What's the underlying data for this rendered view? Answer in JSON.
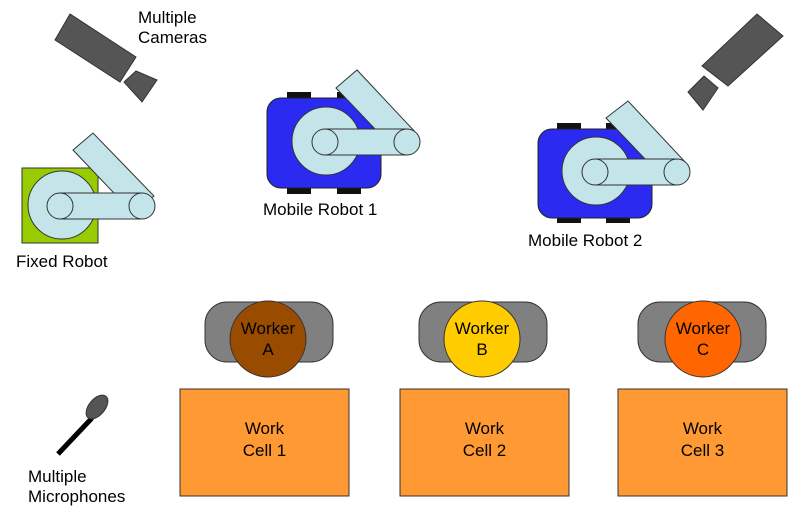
{
  "labels": {
    "cameras_line1": "Multiple",
    "cameras_line2": "Cameras",
    "fixed_robot": "Fixed Robot",
    "mobile_robot_1": "Mobile Robot 1",
    "mobile_robot_2": "Mobile Robot 2",
    "microphones_line1": "Multiple",
    "microphones_line2": "Microphones"
  },
  "workers": [
    {
      "line1": "Worker",
      "line2": "A",
      "color": "#994c00"
    },
    {
      "line1": "Worker",
      "line2": "B",
      "color": "#ffcc00"
    },
    {
      "line1": "Worker",
      "line2": "C",
      "color": "#ff6600"
    }
  ],
  "work_cells": [
    {
      "line1": "Work",
      "line2": "Cell 1"
    },
    {
      "line1": "Work",
      "line2": "Cell 2"
    },
    {
      "line1": "Work",
      "line2": "Cell 3"
    }
  ],
  "colors": {
    "robot_arm": "#c3e4e8",
    "fixed_base": "#99cc00",
    "mobile_body": "#2a2af0",
    "camera": "#555555",
    "chair": "#808080",
    "work_cell": "#ff9933"
  }
}
